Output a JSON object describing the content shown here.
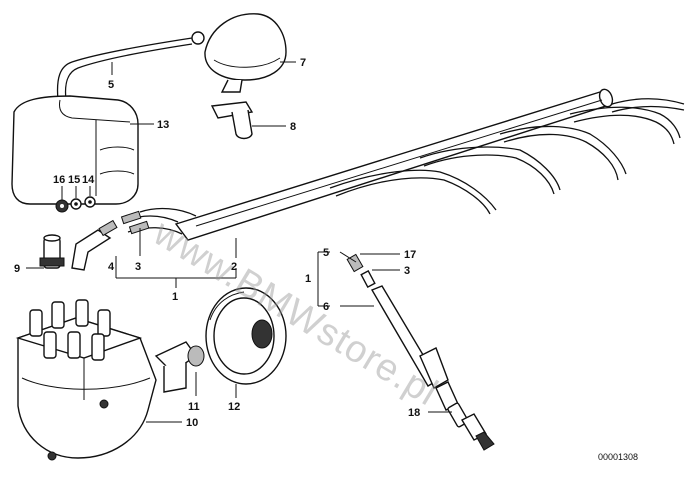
{
  "watermark": "www.BMWstore.pl",
  "diagram_id": "00001308",
  "callouts": {
    "c1a": "1",
    "c1b": "1",
    "c2": "2",
    "c3a": "3",
    "c3b": "3",
    "c4": "4",
    "c5a": "5",
    "c5b": "5",
    "c6": "6",
    "c7": "7",
    "c8": "8",
    "c9": "9",
    "c10": "10",
    "c11": "11",
    "c12": "12",
    "c13": "13",
    "c14": "14",
    "c15": "15",
    "c16": "16",
    "c17": "17",
    "c18": "18"
  }
}
